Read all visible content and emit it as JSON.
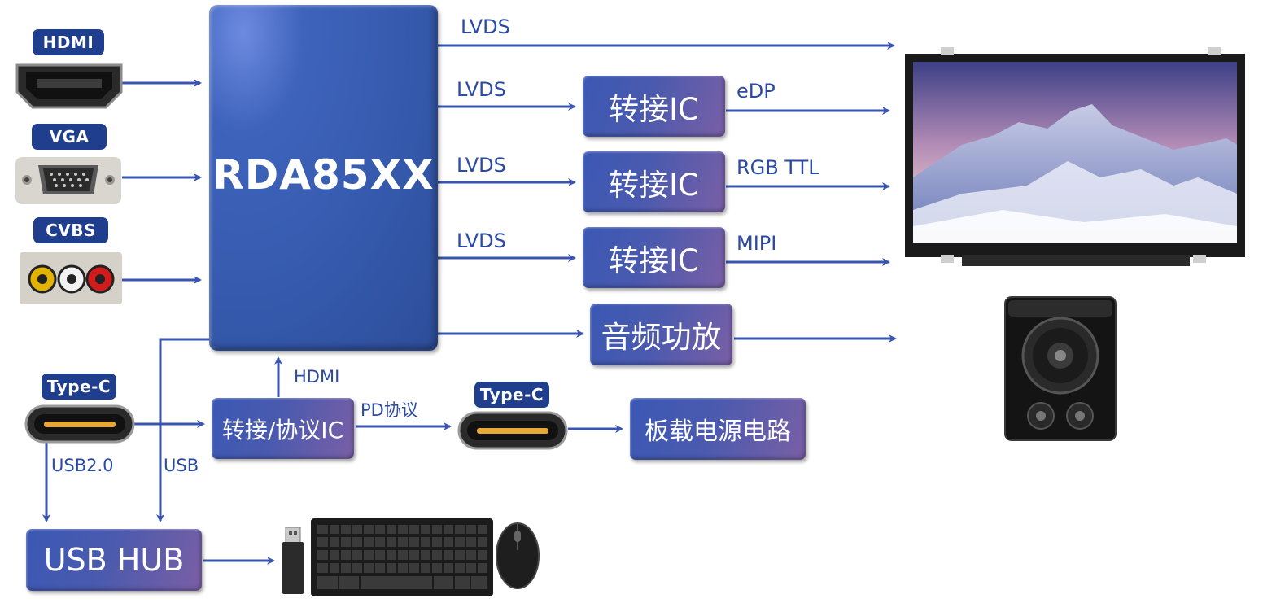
{
  "inputs": {
    "hdmi_label": "HDMI",
    "vga_label": "VGA",
    "cvbs_label": "CVBS",
    "typec_label": "Type-C"
  },
  "main_chip": {
    "label": "RDA85XX"
  },
  "outputs": {
    "lvds_direct": "LVDS",
    "lvds_1": "LVDS",
    "lvds_2": "LVDS",
    "lvds_3": "LVDS",
    "edp": "eDP",
    "rgb_ttl": "RGB TTL",
    "mipi": "MIPI"
  },
  "bridges": {
    "bridge_1": "转接IC",
    "bridge_2": "转接IC",
    "bridge_3": "转接IC",
    "audio_amp": "音频功放",
    "pd_bridge": "转接/协议IC",
    "power": "板载电源电路",
    "usb_hub": "USB HUB"
  },
  "links": {
    "hdmi_up": "HDMI",
    "pd_protocol": "PD协议",
    "typec_out": "Type-C",
    "usb20": "USB2.0",
    "usb": "USB"
  },
  "colors": {
    "line": "#3a55b0",
    "badge": "#1f3f8e",
    "chip": "#355aad"
  }
}
